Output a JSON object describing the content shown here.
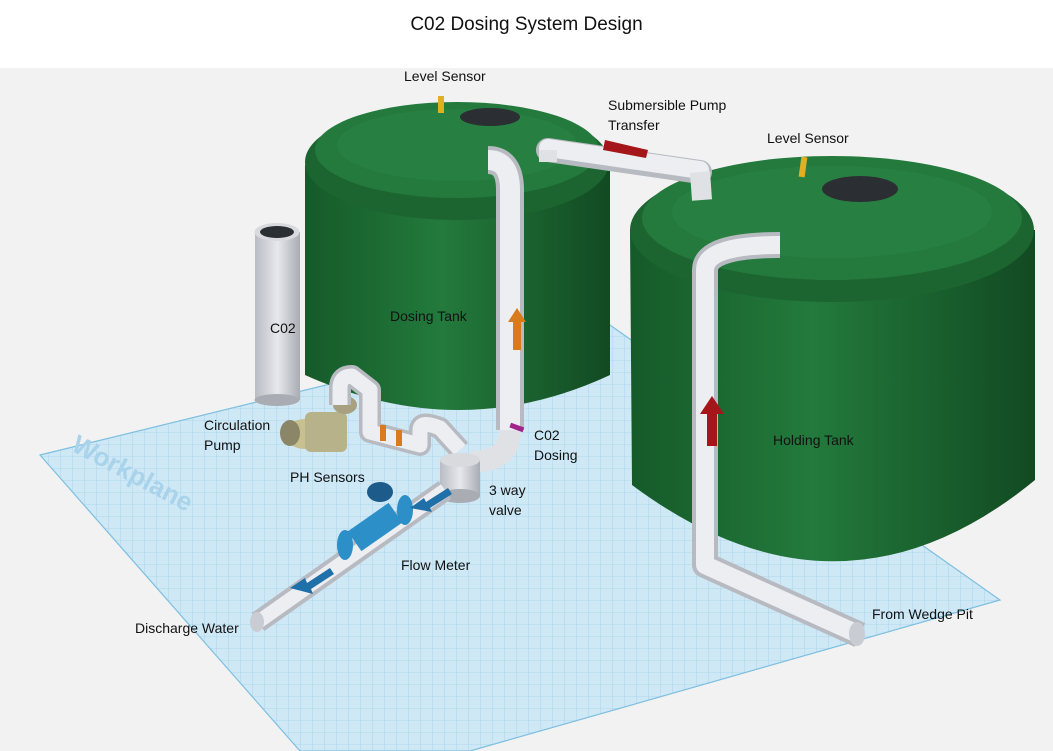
{
  "title": "C02 Dosing System Design",
  "workplane_text": "Workplane",
  "labels": {
    "level_sensor_1": "Level Sensor",
    "submersible_pump_line1": "Submersible Pump",
    "submersible_pump_line2": "Transfer",
    "level_sensor_2": "Level Sensor",
    "co2_cylinder": "C02",
    "dosing_tank": "Dosing Tank",
    "circulation_pump_line1": "Circulation",
    "circulation_pump_line2": "Pump",
    "co2_dosing_line1": "C02",
    "co2_dosing_line2": "Dosing",
    "holding_tank": "Holding Tank",
    "ph_sensors": "PH Sensors",
    "three_way_valve_line1": "3 way",
    "three_way_valve_line2": "valve",
    "flow_meter": "Flow Meter",
    "discharge_water": "Discharge Water",
    "from_wedge_pit": "From Wedge Pit"
  },
  "colors": {
    "background": "#f2f2f2",
    "grid": "#bfe0f2",
    "grid_line": "#8ec8e6",
    "tank_green": "#1e6b34",
    "tank_green_dark": "#124a22",
    "pipe": "#e4e6ea",
    "co2_cylinder": "#d2d5da",
    "arrow_red": "#a4161a",
    "arrow_orange": "#d97a1c",
    "arrow_blue": "#1f6fa8",
    "sensor_yellow": "#e0b020",
    "fitting_blue": "#2c8fc7"
  }
}
